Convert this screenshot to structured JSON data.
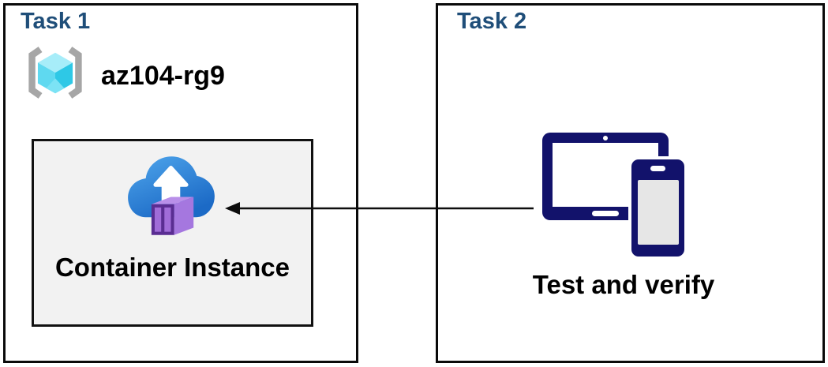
{
  "diagram": {
    "task1": {
      "title": "Task 1",
      "resource_group": {
        "name": "az104-rg9",
        "icon": "azure-resource-group-icon"
      },
      "container": {
        "label": "Container Instance",
        "icon": "azure-container-instance-icon"
      }
    },
    "task2": {
      "title": "Task 2",
      "devices": {
        "label": "Test and verify",
        "icon": "tablet-and-phone-icon"
      }
    },
    "connector": {
      "type": "arrow",
      "from": "task2-devices",
      "to": "task1-container-instance",
      "direction": "right-to-left"
    }
  },
  "colors": {
    "task_title_blue": "#1F4E79",
    "box_border_black": "#0A0A0A",
    "container_box_bg": "#F2F2F2",
    "device_navy": "#12126B",
    "phone_screen_gray": "#E6E6E6",
    "bracket_gray": "#A6A6A6",
    "cube_top_cyan": "#A7EDF9",
    "cube_left_cyan": "#5FD9F0",
    "cube_right_cyan": "#2EC8E6",
    "cloud_blue_light": "#4FA6EC",
    "cloud_blue_dark": "#1C6AC6",
    "container_front_purple": "#5A2D92",
    "container_panel_purple": "#A06CD8",
    "container_side_purple": "#A577DF",
    "container_top_purple": "#B98FE9",
    "arrow_black": "#0D0D0D",
    "label_black": "#000000"
  }
}
